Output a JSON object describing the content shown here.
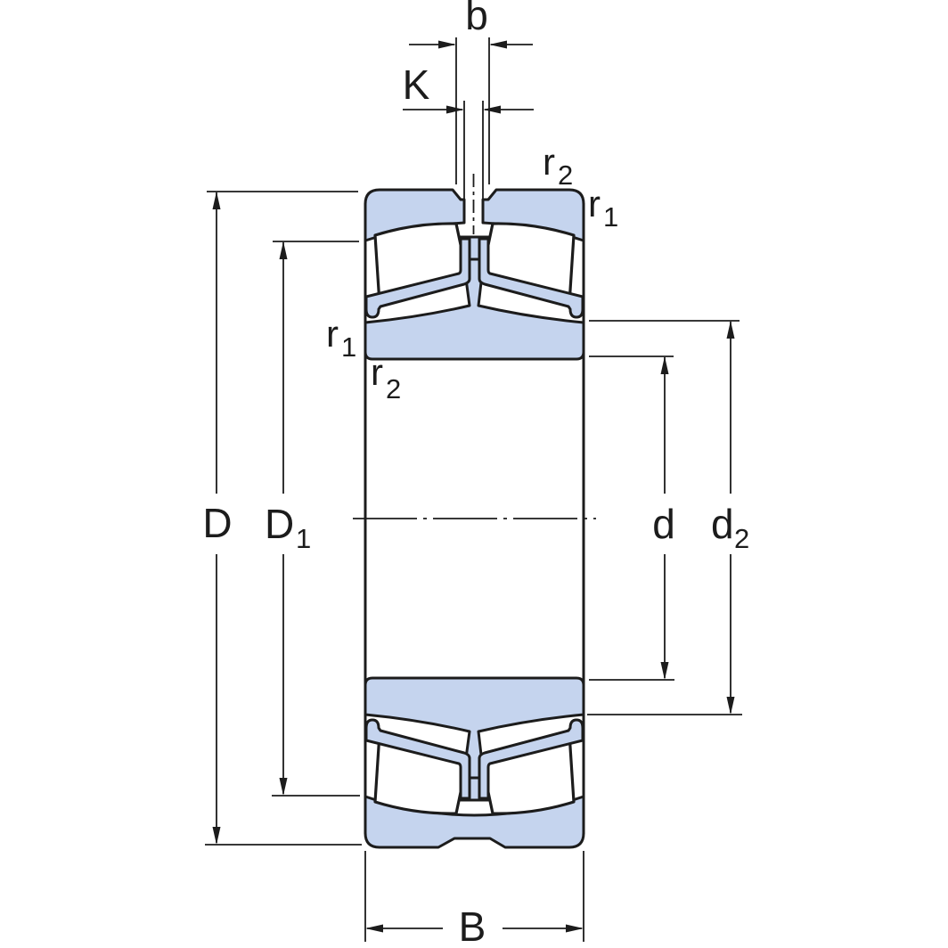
{
  "diagram": {
    "type_note": "bearing cross-section dimension drawing"
  },
  "labels": {
    "b": "b",
    "K": "K",
    "B": "B",
    "D": "D",
    "d": "d",
    "D1": {
      "base": "D",
      "sub": "1"
    },
    "d2": {
      "base": "d",
      "sub": "2"
    },
    "r1": {
      "base": "r",
      "sub": "1"
    },
    "r2": {
      "base": "r",
      "sub": "2"
    }
  },
  "colors": {
    "part_fill": "#c5d4ee",
    "outline": "#1c1c1c",
    "dim": "#1c1c1c",
    "bg": "#ffffff"
  }
}
